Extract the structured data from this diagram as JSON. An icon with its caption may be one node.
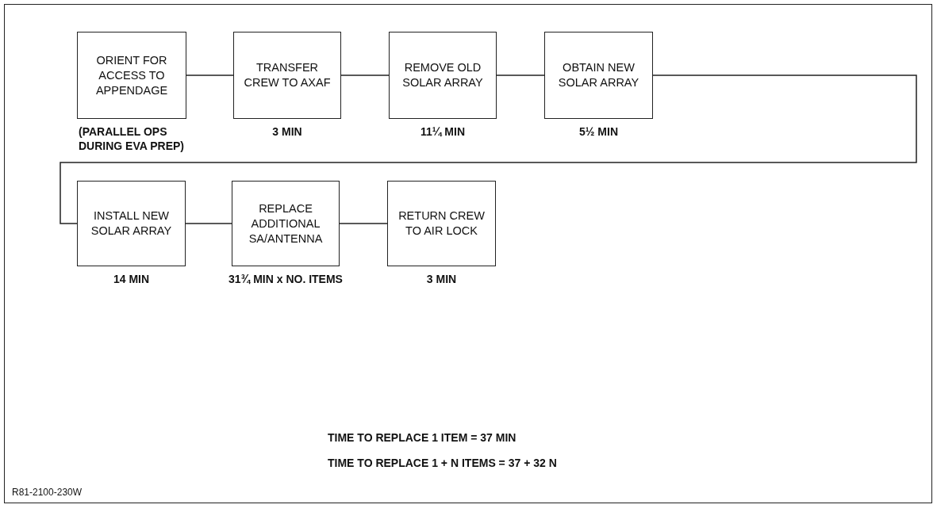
{
  "diagram": {
    "nodes": [
      {
        "text": [
          "ORIENT FOR ACCESS TO APPENDAGE"
        ],
        "beside": [
          "(PARALLEL OPS DURING EVA PREP)"
        ]
      },
      {
        "text": [
          "TRANSFER CREW TO AXAF"
        ],
        "beside": [
          "3 MIN"
        ]
      },
      {
        "text": [
          "REMOVE OLD SOLAR ARRAY"
        ],
        "beside": [
          "11¼ MIN"
        ]
      },
      {
        "text": [
          "OBTAIN NEW SOLAR ARRAY"
        ],
        "beside": [
          "5½ MIN"
        ]
      },
      {
        "text": [
          "INSTALL NEW SOLAR ARRAY"
        ],
        "beside": [
          "14 MIN"
        ]
      },
      {
        "text": [
          "REPLACE ADDITIONAL SA/ANTENNA"
        ],
        "beside": [
          "31¾ MIN x NO. ITEMS"
        ]
      },
      {
        "text": [
          "RETURN CREW TO AIR LOCK"
        ],
        "beside": [
          "3 MIN"
        ]
      }
    ],
    "edges": [
      {
        "from": 0,
        "to": 1,
        "arrow": "none"
      },
      {
        "from": 1,
        "to": 2,
        "arrow": "none"
      },
      {
        "from": 2,
        "to": 3,
        "arrow": "none"
      },
      {
        "from": 3,
        "to": 4,
        "arrow": "none"
      },
      {
        "from": 4,
        "to": 5,
        "arrow": "none"
      },
      {
        "from": 5,
        "to": 6,
        "arrow": "none"
      }
    ],
    "labels": [
      "TIME TO REPLACE 1 ITEM = 37 MIN",
      "TIME TO REPLACE 1 + N ITEMS = 37 + 32 N",
      "R81-2100-230W"
    ]
  }
}
